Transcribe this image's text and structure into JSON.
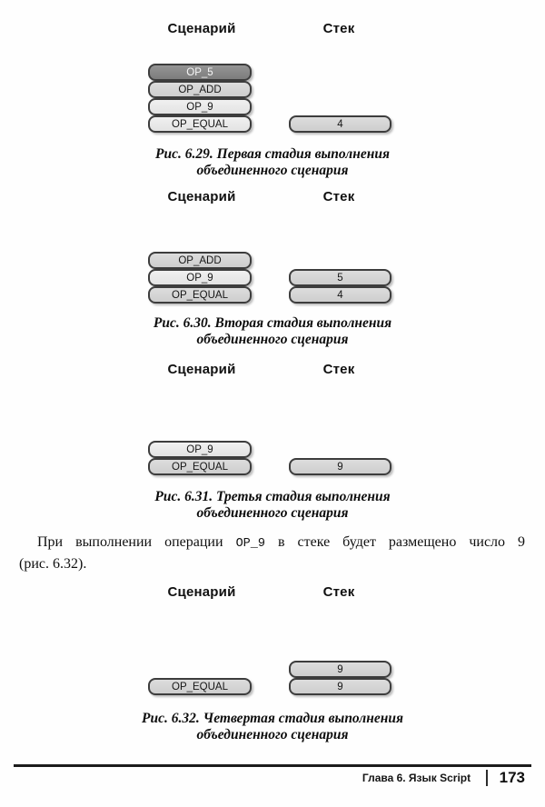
{
  "colors": {
    "page-bg": "#fefefe",
    "ink": "#101010",
    "box-border": "#3d3d3d",
    "box-dark": "#878787",
    "box-mid": "#d5d5d5",
    "box-light": "#ebebeb"
  },
  "column_headers": {
    "scenario": "Сценарий",
    "stack": "Стек"
  },
  "figures": [
    {
      "caption": {
        "line1": "Рис. 6.29. Первая стадия выполнения",
        "line2": "объединенного сценария"
      },
      "scenario_boxes": [
        {
          "label": "OP_5",
          "tone": "dark"
        },
        {
          "label": "OP_ADD",
          "tone": "mid"
        },
        {
          "label": "OP_9",
          "tone": "light"
        },
        {
          "label": "OP_EQUAL",
          "tone": "light"
        }
      ],
      "stack_boxes": [
        {
          "value": "4",
          "tone": "mid"
        }
      ]
    },
    {
      "caption": {
        "line1": "Рис. 6.30. Вторая стадия выполнения",
        "line2": "объединенного сценария"
      },
      "scenario_boxes": [
        {
          "label": "OP_ADD",
          "tone": "mid"
        },
        {
          "label": "OP_9",
          "tone": "light"
        },
        {
          "label": "OP_EQUAL",
          "tone": "mid"
        }
      ],
      "stack_boxes": [
        {
          "value": "5",
          "tone": "mid"
        },
        {
          "value": "4",
          "tone": "mid"
        }
      ]
    },
    {
      "caption": {
        "line1": "Рис. 6.31. Третья стадия выполнения",
        "line2": "объединенного сценария"
      },
      "scenario_boxes": [
        {
          "label": "OP_9",
          "tone": "light"
        },
        {
          "label": "OP_EQUAL",
          "tone": "mid"
        }
      ],
      "stack_boxes": [
        {
          "value": "9",
          "tone": "mid"
        }
      ]
    },
    {
      "caption": {
        "line1": "Рис. 6.32. Четвертая стадия выполнения",
        "line2": "объединенного сценария"
      },
      "scenario_boxes": [
        {
          "label": "OP_EQUAL",
          "tone": "mid"
        }
      ],
      "stack_boxes": [
        {
          "value": "9",
          "tone": "mid"
        },
        {
          "value": "9",
          "tone": "mid"
        }
      ]
    }
  ],
  "paragraph": {
    "full_text": "При выполнении операции OP_9 в стеке будет размещено число 9 (рис. 6.32).",
    "line1_before": "При выполнении операции",
    "line1_code": "OP_9",
    "line1_after": "в стеке будет размещено число 9",
    "line2": "(рис. 6.32)."
  },
  "footer": {
    "chapter": "Глава 6. Язык Script",
    "page_number": "173"
  }
}
